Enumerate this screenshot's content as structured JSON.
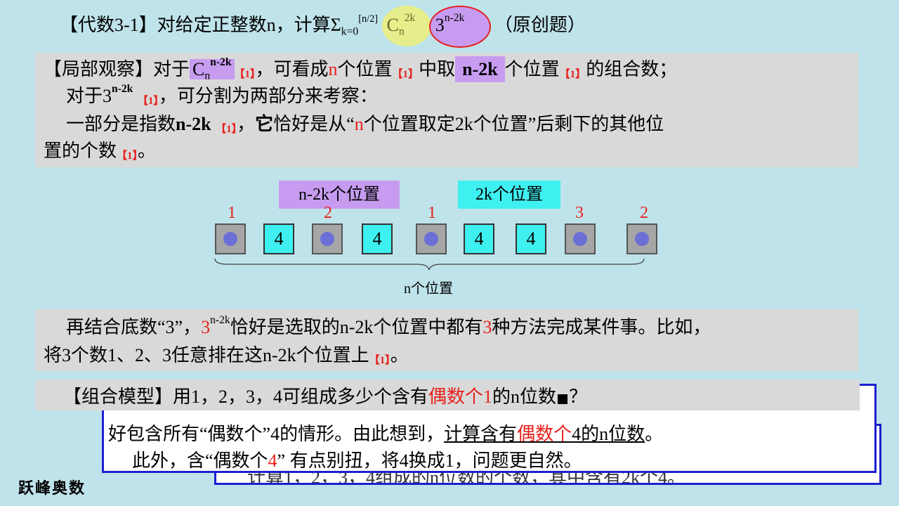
{
  "title": {
    "prefix": "【代数3-1】对给定正整数n，计算Σ",
    "sum_sub": "k=0",
    "sum_sup": "[n/2]",
    "c_base": "C",
    "c_sub": "n",
    "c_sup": "2k",
    "three_base": "3",
    "three_sup": "n-2k",
    "suffix": "（原创题）"
  },
  "panel1": {
    "l1_a": "【局部观察】对于",
    "l1_c": "C",
    "l1_c_sub": "n",
    "l1_c_sup": "n-2k",
    "l1_b": "，可看成",
    "l1_n": "n",
    "l1_c2": "个位置",
    "tag": "【1】",
    "l1_d": "中取",
    "l1_bold": "n-2k",
    "l1_e": "个位置",
    "l1_f": "的组合数；",
    "l2_a": "对于3",
    "l2_sup": "n-2k",
    "l2_b": "，可分割为两部分来考察：",
    "l3_a": "一部分是指数",
    "l3_bold": "n-2k",
    "l3_b": "，",
    "l3_c": "它",
    "l3_d": "恰好是从“",
    "l3_n": "n",
    "l3_e": "个位置取定2k个位置”后剩下的其他位",
    "l4_a": "置的个数",
    "l4_b": "。"
  },
  "diagram": {
    "label_left": "n-2k个位置",
    "label_right": "2k个位置",
    "numbers": [
      "1",
      "2",
      "1",
      "3",
      "2"
    ],
    "cyan_digit": "4",
    "brace_label": "n个位置"
  },
  "panel2": {
    "l1_a": "再结合底数“3”，",
    "l1_three": "3",
    "l1_sup": "n-2k",
    "l1_b": "恰好是选取的n-2k个位置中都有",
    "l1_three2": "3",
    "l1_c": "种方法完成某件事。比如，",
    "l2_a": "将3个数1、2、3任意排在这n-2k个位置上",
    "l2_b": "。"
  },
  "panel3": {
    "a": "【组合模型】用1，2，3，4可组成多少个含有",
    "red": "偶数个1",
    "b": "的n位数",
    "c": "？"
  },
  "box_front": {
    "l1_a": "好包含所有“偶数个”4的情形。由此想到，",
    "l1_ul_a": "计算含有",
    "l1_ul_red": "偶数个",
    "l1_ul_b": "4的n位数",
    "l1_b": "。",
    "l2_a": "此外，含“偶数个",
    "l2_red": "4",
    "l2_b": "” 有点别扭，将4换成1，问题更自然。"
  },
  "box_back": {
    "text": "计算1，2，3，4组成的n位数的个数，其中含有2k个4。"
  },
  "brand": "跃峰奥数",
  "colors": {
    "background": "#bfe3ea",
    "panel": "#d9d9d9",
    "accent_red": "#e8211d",
    "purple": "#c79cf0",
    "cyan": "#3ff0f0",
    "border_blue": "#1f1fd0"
  }
}
